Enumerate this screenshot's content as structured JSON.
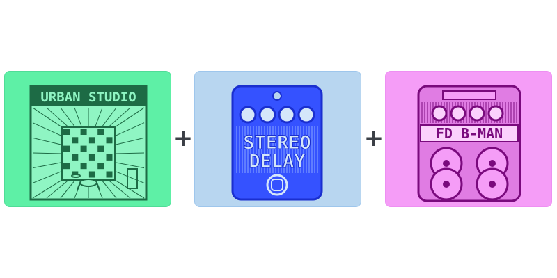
{
  "items": [
    {
      "id": "studio",
      "title": "URBAN STUDIO",
      "bg": "#5ef0a6",
      "ink": "#1d6b45",
      "screen": "#8ff5c3"
    },
    {
      "id": "delay",
      "line1": "STEREO",
      "line2": "DELAY",
      "bg": "#b8d6f0",
      "ink": "#1a2fcf",
      "pedal": "#3552ff"
    },
    {
      "id": "amp",
      "title": "FD B-MAN",
      "bg": "#f59df7",
      "ink": "#7a0a7d",
      "fill": "#e07ce3"
    }
  ],
  "operators": [
    "+",
    "+"
  ]
}
